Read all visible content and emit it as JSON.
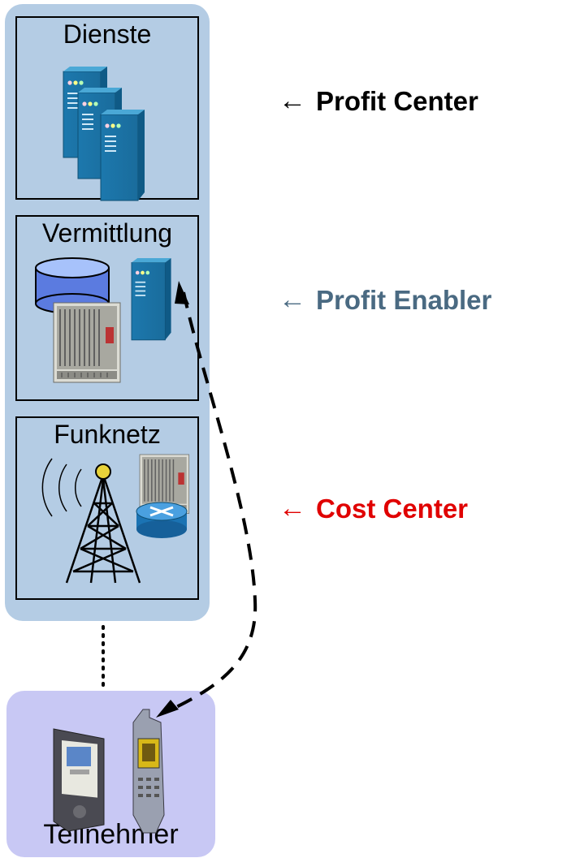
{
  "layers": {
    "services_title": "Dienste",
    "switching_title": "Vermittlung",
    "radio_title": "Funknetz"
  },
  "subscriber": {
    "title": "Teilnehmer"
  },
  "labels": {
    "profit_center": "Profit Center",
    "profit_enabler": "Profit Enabler",
    "cost_center": "Cost Center",
    "arrow_glyph": "←"
  },
  "colors": {
    "layer_column": "#b4cce4",
    "subscriber_box": "#c8c8f4",
    "profit_center": "#000000",
    "profit_enabler": "#4a6a82",
    "cost_center": "#e00000",
    "server": "#1f7fb0"
  },
  "icons": [
    "server-icon",
    "database-icon",
    "switch-rack-icon",
    "radio-tower-icon",
    "router-icon",
    "pda-icon",
    "mobile-phone-icon"
  ]
}
